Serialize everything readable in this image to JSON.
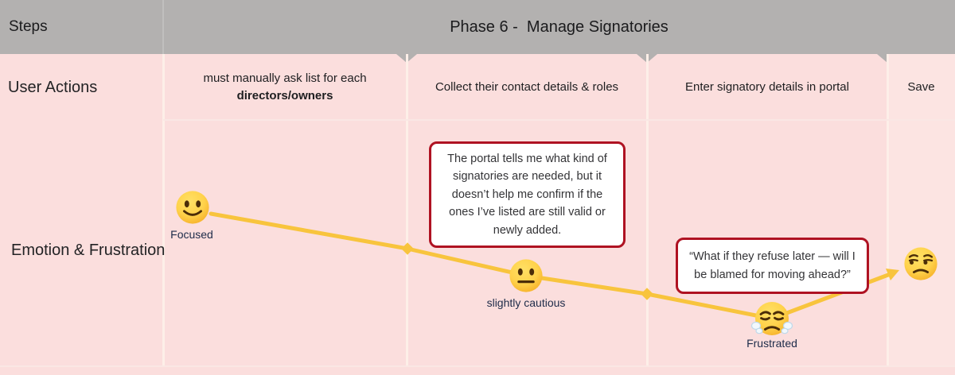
{
  "header": {
    "steps_label": "Steps",
    "phase_title": "Phase 6 -  Manage Signatories"
  },
  "rows": {
    "user_actions": {
      "label": "User Actions",
      "columns": [
        {
          "line1": "must manually ask list for each",
          "line2": "directors/owners"
        },
        {
          "text": "Collect their contact details & roles"
        },
        {
          "text": "Enter signatory details in portal"
        },
        {
          "text": "Save"
        }
      ]
    },
    "emotion": {
      "label": "Emotion & Frustration",
      "points": [
        {
          "icon": "slightly-smiling-face-icon",
          "label": "Focused"
        },
        {
          "icon": "neutral-face-icon",
          "label": "slightly cautious"
        },
        {
          "icon": "face-with-steam-from-nose-icon",
          "label": "Frustrated"
        },
        {
          "icon": "unamused-face-icon",
          "label": ""
        }
      ]
    }
  },
  "callouts": [
    {
      "text": "The portal tells me what kind of signatories are needed, but it doesn’t help me confirm if the ones I’ve listed are still valid or newly added."
    },
    {
      "text": "“What if they refuse later — will I be blamed for moving ahead?”"
    }
  ],
  "colors": {
    "header_bg": "#b3b1b0",
    "header_text": "#1b1b1d",
    "body_bg": "#fbdedd",
    "save_column_bg": "#fce4e2",
    "column_divider": "#fdefe8",
    "trend_line": "#f8c43d",
    "callout_border": "#af1222",
    "callout_bg": "#ffffff",
    "emotion_label_text": "#1d2b49",
    "body_text": "#1e1e20"
  }
}
